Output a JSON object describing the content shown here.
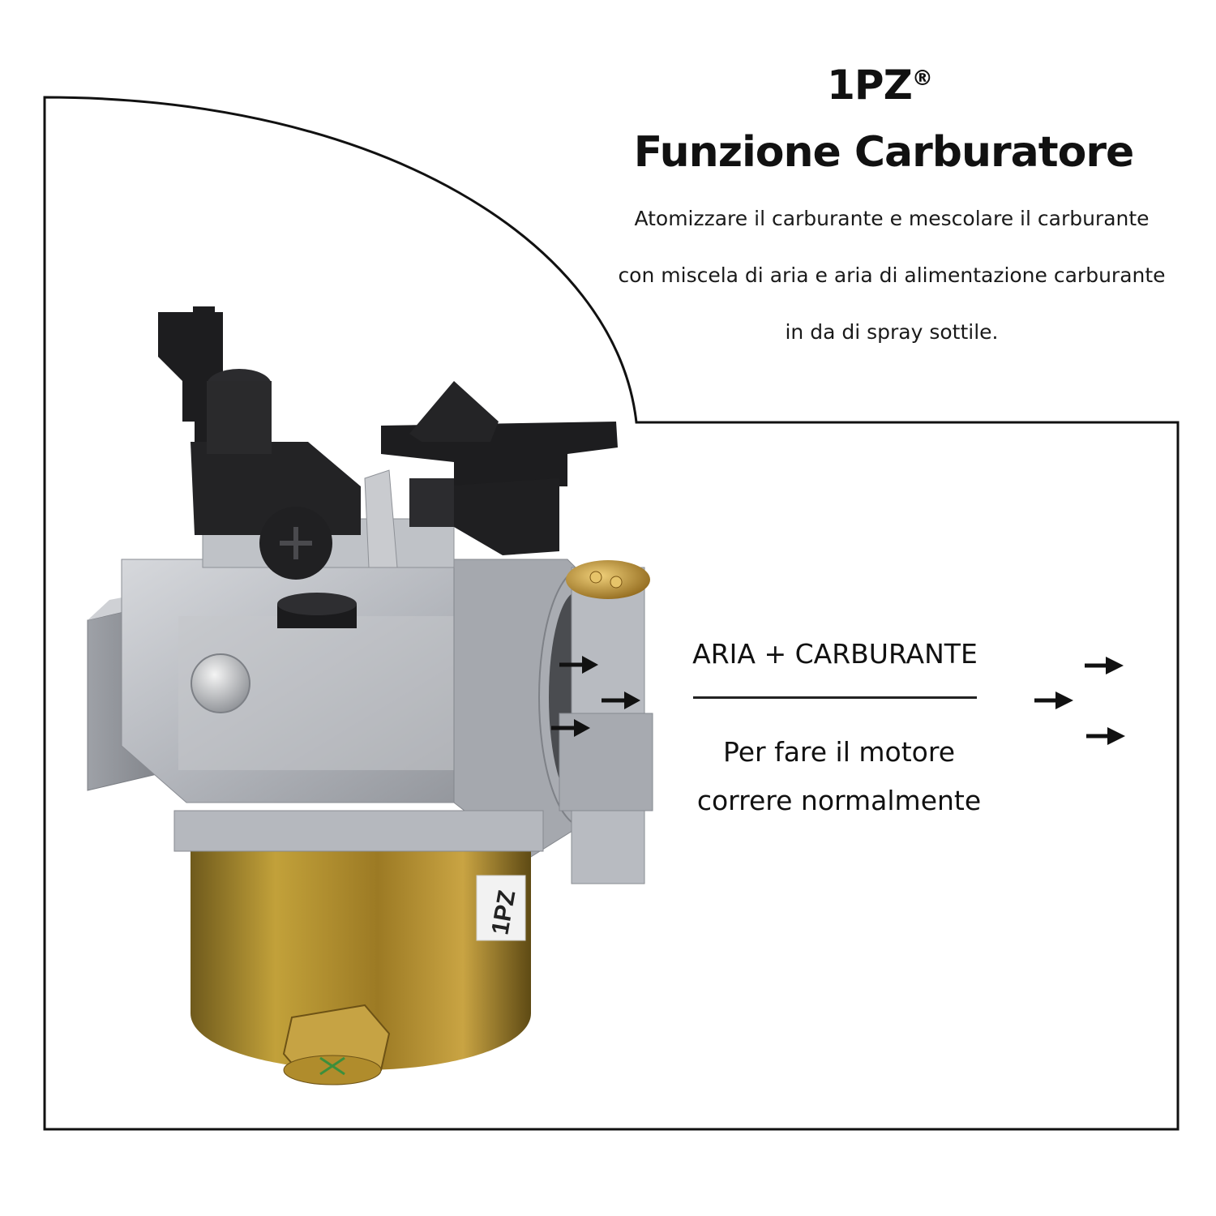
{
  "header": {
    "brand": "1PZ",
    "brand_mark": "®",
    "title": "Funzione Carburatore"
  },
  "description": {
    "lines": [
      "Atomizzare il carburante e mescolare il carburante",
      "con miscela di aria e aria di alimentazione carburante",
      "in da di spray sottile."
    ]
  },
  "diagram": {
    "top_label": "ARIA + CARBURANTE",
    "bottom_label_lines": [
      "Per fare il motore",
      "correre normalmente"
    ]
  },
  "product": {
    "bowl_label": "1PZ",
    "icon": "carburetor-icon"
  },
  "colors": {
    "frame": "#111111",
    "metal": "#b9bcc2",
    "plastic": "#1c1c1c",
    "brass": "#b58a2a"
  }
}
